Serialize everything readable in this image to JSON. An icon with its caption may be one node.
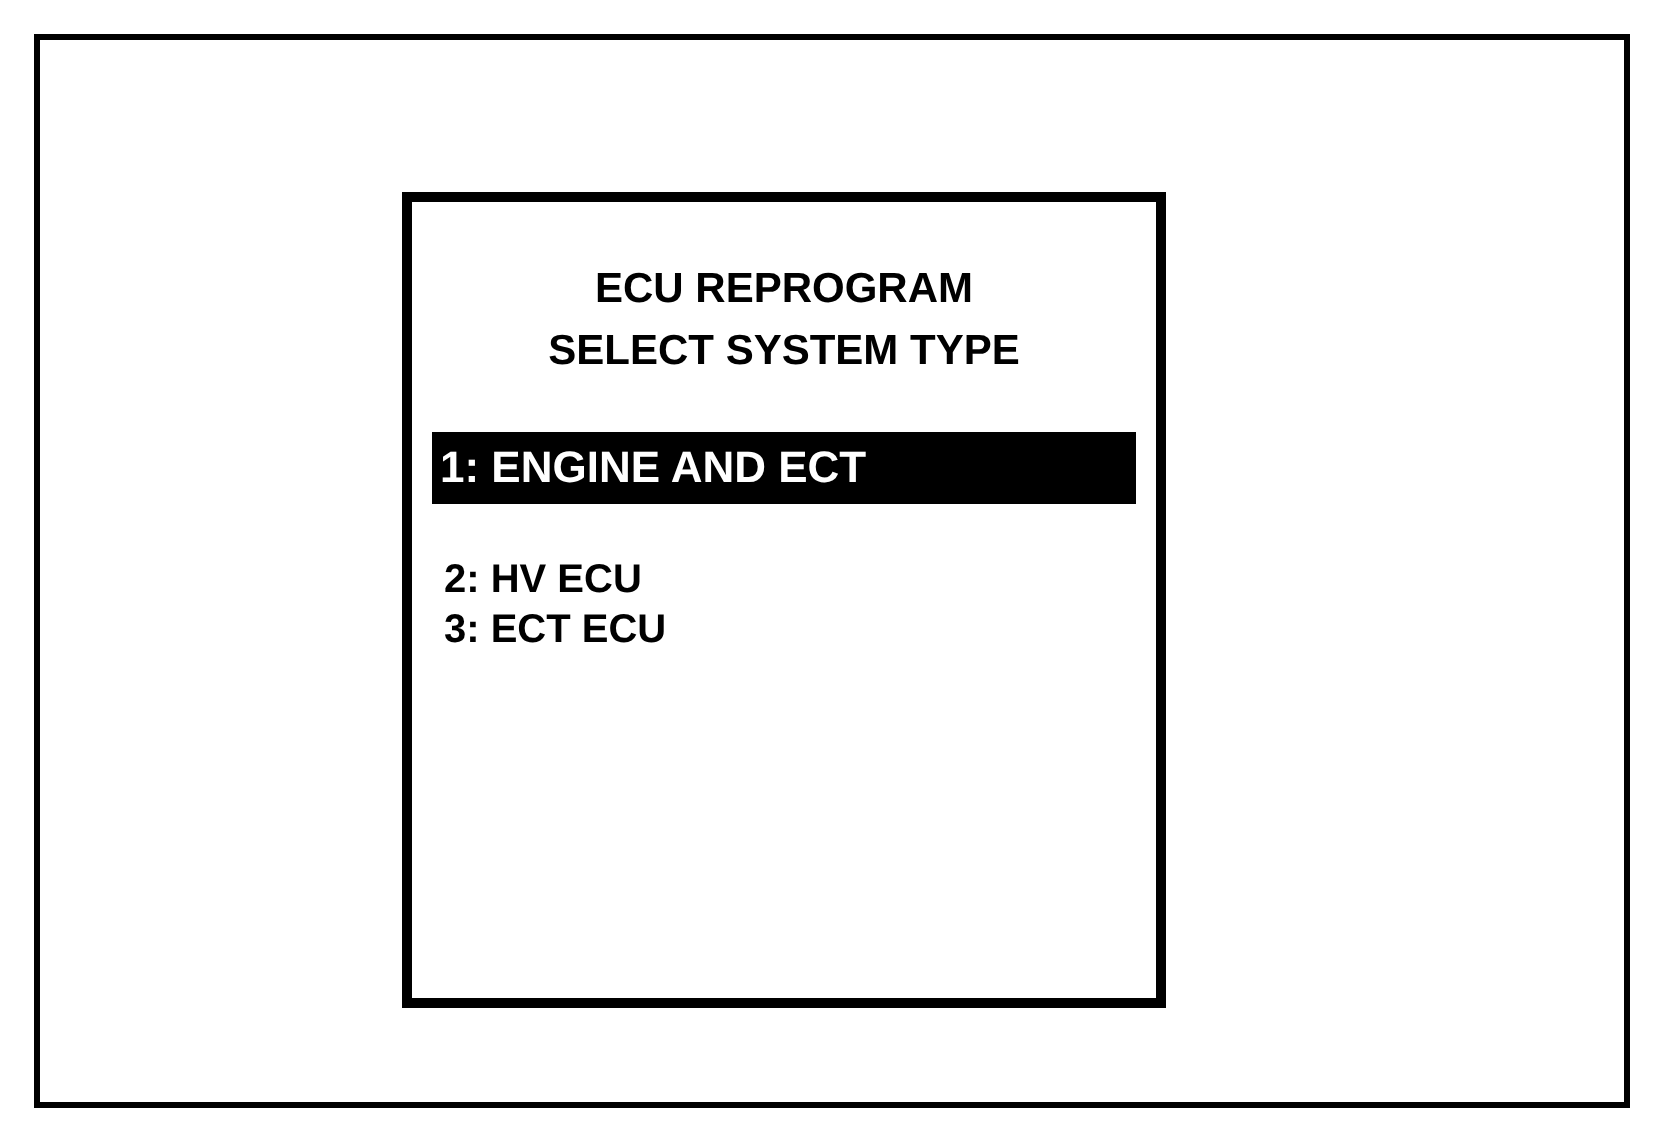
{
  "diagram": {
    "nodes": [
      {
        "text": [],
        "shape": "box"
      },
      {
        "text": [
          "ECU REPROGRAM SELECT SYSTEM TYPE",
          "2: HV ECU",
          "3: ECT ECU"
        ],
        "in": 0
      },
      {
        "text": [
          "1: ENGINE AND ECT"
        ],
        "in": 1
      }
    ]
  }
}
